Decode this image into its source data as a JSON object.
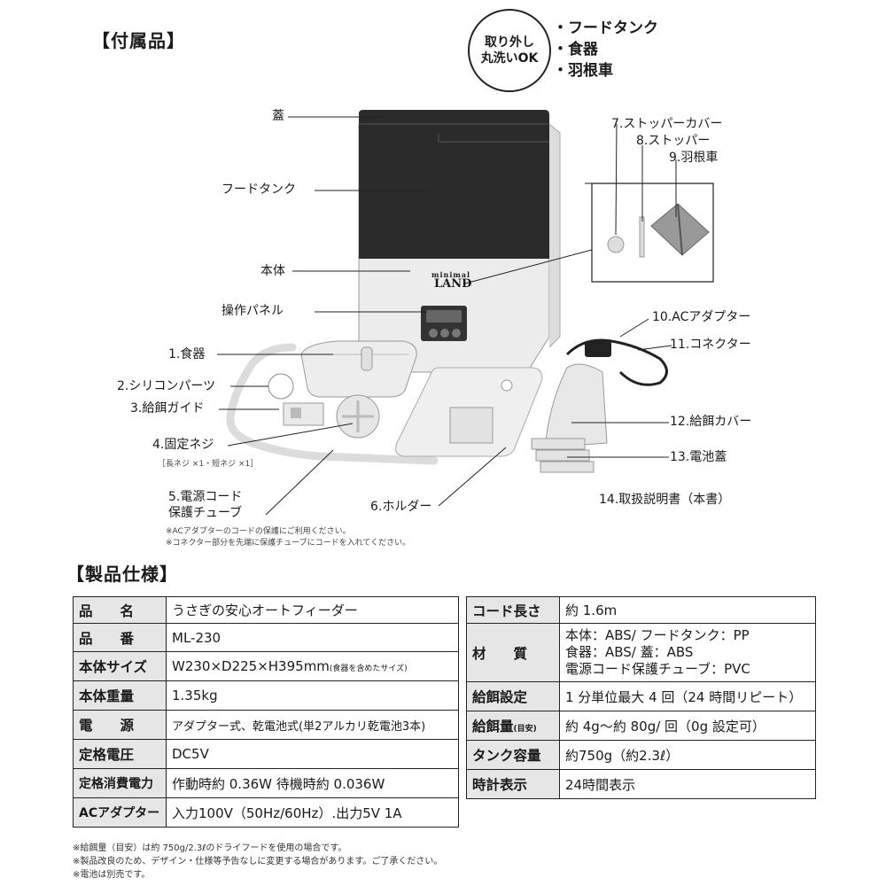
{
  "accessories": {
    "heading": "【付属品】",
    "washable_badge": {
      "line1": "取り外し",
      "line2": "丸洗いOK"
    },
    "washable_items": [
      "・フードタンク",
      "・食器",
      "・羽根車"
    ]
  },
  "diagram": {
    "logo": {
      "small": "minimal",
      "big": "LAND"
    },
    "labels": {
      "lid": "蓋",
      "food_tank": "フードタンク",
      "body": "本体",
      "control_panel": "操作パネル",
      "p1": "1.食器",
      "p2": "2.シリコンパーツ",
      "p3": "3.給餌ガイド",
      "p4": "4.固定ネジ",
      "p4_note": "［長ネジ ×1・短ネジ ×1］",
      "p5_line1": "5.電源コード",
      "p5_line2": "保護チューブ",
      "p6": "6.ホルダー",
      "p7": "7.ストッパーカバー",
      "p8": "8.ストッパー",
      "p9": "9.羽根車",
      "p10": "10.ACアダプター",
      "p11": "11.コネクター",
      "p12": "12.給餌カバー",
      "p13": "13.電池蓋",
      "p14": "14.取扱説明書（本書）"
    },
    "notes": [
      "※ACアダプターのコードの保護にご利用ください。",
      "※コネクター部分を先端に保護チューブにコードを入れてください。"
    ]
  },
  "specs": {
    "heading": "【製品仕様】",
    "left": [
      {
        "key": "品　　名",
        "value": "うさぎの安心オートフィーダー"
      },
      {
        "key": "品　　番",
        "value": "ML-230"
      },
      {
        "key": "本体サイズ",
        "value": "W230×D225×H395mm",
        "value_small": "(食器を含めたサイズ)"
      },
      {
        "key": "本体重量",
        "value": "1.35kg"
      },
      {
        "key": "電　　源",
        "value": "アダプター式、乾電池式(単2アルカリ乾電池3本)"
      },
      {
        "key": "定格電圧",
        "value": "DC5V"
      },
      {
        "key": "定格消費電力",
        "value": "作動時約 0.36W 待機時約 0.036W"
      },
      {
        "key": "ACアダプター",
        "value": "入力100V（50Hz/60Hz）.出力5V 1A"
      }
    ],
    "right": [
      {
        "key": "コード長さ",
        "value": "約 1.6m"
      },
      {
        "key": "材　　質",
        "lines": [
          "本体：ABS/ フードタンク：PP",
          "食器：ABS/ 蓋：ABS",
          "電源コード保護チューブ：PVC"
        ]
      },
      {
        "key": "給餌設定",
        "value": "1 分単位最大 4 回（24 時間リピート）"
      },
      {
        "key": "給餌量",
        "key_small": "(目安)",
        "value": "約 4g〜約 80g/ 回（0g 設定可）"
      },
      {
        "key": "タンク容量",
        "value": "約750g（約2.3ℓ）"
      },
      {
        "key": "時計表示",
        "value": "24時間表示"
      }
    ],
    "footnotes": [
      "※給餌量（目安）は約 750g/2.3ℓのドライフードを使用の場合です。",
      "※製品改良のため、デザイン・仕様等予告なしに変更する場合があります。ご了承ください。",
      "※電池は別売です。"
    ]
  }
}
